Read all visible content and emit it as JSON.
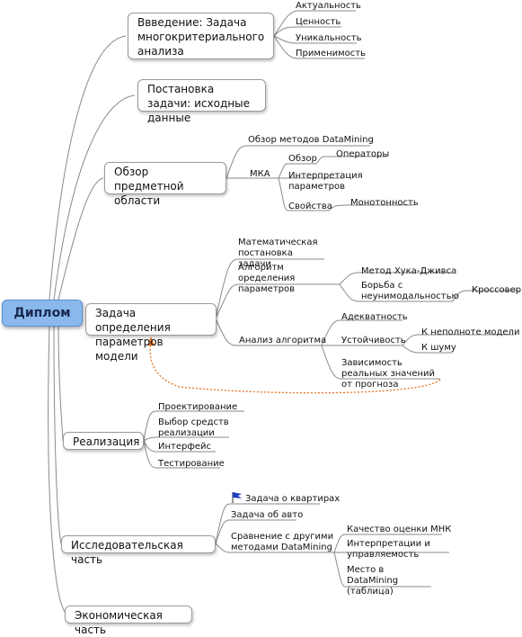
{
  "root": "Диплом",
  "branches": {
    "intro": "Ввведение: Задача многокритериального анализа",
    "intro_items": [
      "Актуальность",
      "Ценность",
      "Уникальность",
      "Применимость"
    ],
    "statement": "Постановка задачи: исходные данные",
    "domain": "Обзор предметной области",
    "domain_datamining": "Обзор методов DataMining",
    "domain_mka": "МКА",
    "domain_review": "Обзор",
    "domain_operators": "Операторы",
    "domain_interp": "Интерпретация параметров",
    "domain_props": "Свойства",
    "domain_monot": "Монотонность",
    "params": "Задача определения параметров модели",
    "params_math": "Математическая постановка задачи",
    "params_algo": "Алгоритм оределения параметров",
    "params_hooke": "Метод Хука-Дживса",
    "params_fight": "Борьба с неунимодальностью",
    "params_cross": "Кроссовер",
    "params_analysis": "Анализ алгоритма",
    "params_adeq": "Адекватность",
    "params_stab": "Устойчивость",
    "params_incomplete": "К неполноте модели",
    "params_noise": "К шуму",
    "params_depend": "Зависимость реальных значений от прогноза",
    "impl": "Реализация",
    "impl_items": [
      "Проектирование",
      "Выбор средств реализации",
      "Интерфейс",
      "Тестирование"
    ],
    "research": "Исследовательская часть",
    "research_flat": "Задача о квартирах",
    "research_auto": "Задача об авто",
    "research_compare": "Сравнение с другими методами DataMining",
    "research_quality": "Качество оценки МНК",
    "research_interp": "Интерпретации и управляемость",
    "research_place": "Место в DataMining (таблица)",
    "econ": "Экономическая часть"
  },
  "colors": {
    "root_fill": "#8ab8ec",
    "relation": "#e8731f",
    "flag": "#1f3fbf"
  }
}
